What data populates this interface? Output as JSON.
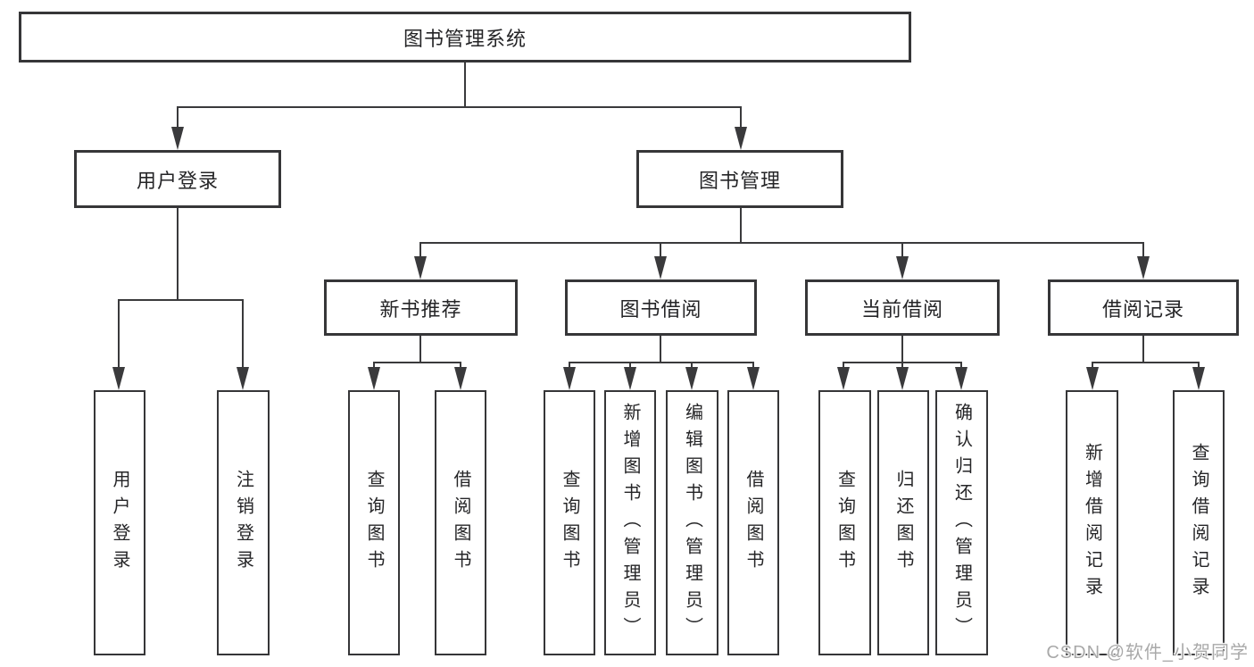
{
  "colors": {
    "background": "#ffffff",
    "line": "#3a3a3c",
    "border": "#363638",
    "fill": "#ffffff",
    "text": "#252527",
    "watermark": "#a9a9a9"
  },
  "watermark": "CSDN @软件_小贺同学",
  "tree": {
    "root": "图书管理系统",
    "branches": [
      {
        "label": "用户登录",
        "children": [
          "用户登录",
          "注销登录"
        ]
      },
      {
        "label": "图书管理",
        "groups": [
          {
            "label": "新书推荐",
            "children": [
              "查询图书",
              "借阅图书"
            ]
          },
          {
            "label": "图书借阅",
            "children": [
              "查询图书",
              "新增图书（管理员）",
              "编辑图书（管理员）",
              "借阅图书"
            ]
          },
          {
            "label": "当前借阅",
            "children": [
              "查询图书",
              "归还图书",
              "确认归还（管理员）"
            ]
          },
          {
            "label": "借阅记录",
            "children": [
              "新增借阅记录",
              "查询借阅记录"
            ]
          }
        ]
      }
    ]
  }
}
